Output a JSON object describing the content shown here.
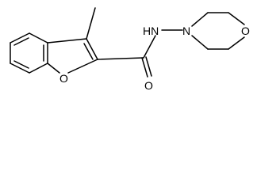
{
  "molecule": {
    "atoms": {
      "ring_oxygen": "O",
      "carbonyl_oxygen": "O",
      "amide_nitrogen": "HN",
      "morpholine_nitrogen": "N",
      "morpholine_oxygen": "O"
    }
  }
}
